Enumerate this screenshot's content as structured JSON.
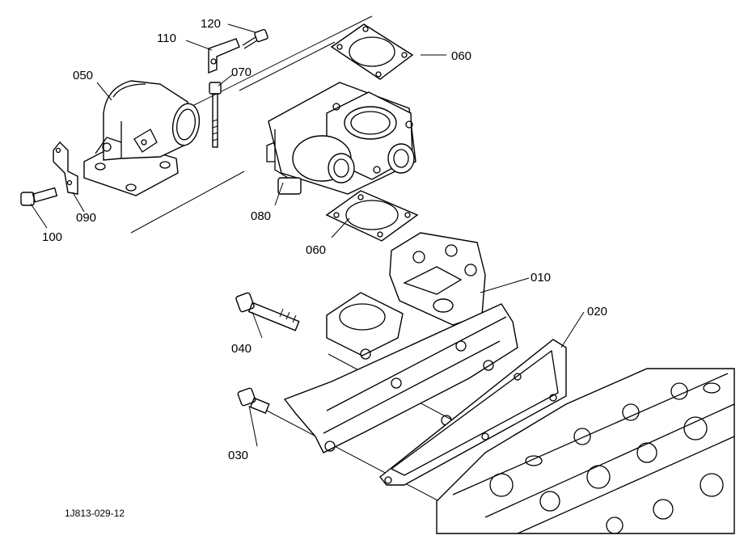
{
  "drawing": {
    "figure_id": "1J813-029-12",
    "callouts": [
      {
        "id": "c010",
        "label": "010"
      },
      {
        "id": "c020",
        "label": "020"
      },
      {
        "id": "c030",
        "label": "030"
      },
      {
        "id": "c040",
        "label": "040"
      },
      {
        "id": "c050",
        "label": "050"
      },
      {
        "id": "c060a",
        "label": "060"
      },
      {
        "id": "c060b",
        "label": "060"
      },
      {
        "id": "c070",
        "label": "070"
      },
      {
        "id": "c080",
        "label": "080"
      },
      {
        "id": "c090",
        "label": "090"
      },
      {
        "id": "c100",
        "label": "100"
      },
      {
        "id": "c110",
        "label": "110"
      },
      {
        "id": "c120",
        "label": "120"
      }
    ]
  }
}
